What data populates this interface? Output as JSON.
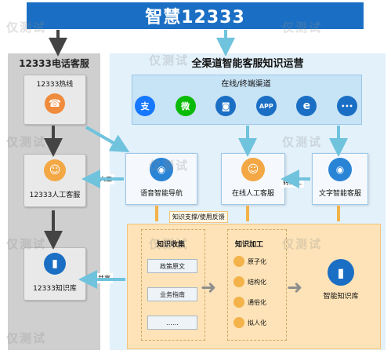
{
  "title": "智慧12333",
  "left": {
    "title": "12333电话客服",
    "hotline": "12333热线",
    "agent": "12333人工客服",
    "kb": "12333知识库"
  },
  "right": {
    "title": "全渠道智能客服知识运营",
    "channels_title": "在线/终端渠道",
    "channels": [
      {
        "name": "alipay-icon",
        "glyph": "支",
        "color": "#1677ff"
      },
      {
        "name": "wechat-icon",
        "glyph": "微",
        "color": "#09bb07"
      },
      {
        "name": "terminal-icon",
        "glyph": "◙",
        "color": "#1a6fc4"
      },
      {
        "name": "app-icon",
        "glyph": "APP",
        "color": "#1a6fc4"
      },
      {
        "name": "ie-icon",
        "glyph": "e",
        "color": "#1a6fc4"
      },
      {
        "name": "more-icon",
        "glyph": "•••",
        "color": "#1a6fc4"
      }
    ],
    "voice_nav": "语音智能导航",
    "online_agent": "在线人工客服",
    "text_bot": "文字智能客服",
    "transfer1": "转人工",
    "transfer2": "转人工",
    "share": "共享",
    "support": "知识支撑/使用反馈",
    "collect_title": "知识收集",
    "process_title": "知识加工",
    "collect_items": [
      "政策原文",
      "业务指南",
      "……"
    ],
    "process_items": [
      "原子化",
      "结构化",
      "通俗化",
      "拟人化"
    ],
    "kb": "智能知识库"
  },
  "watermark": "仅测试"
}
